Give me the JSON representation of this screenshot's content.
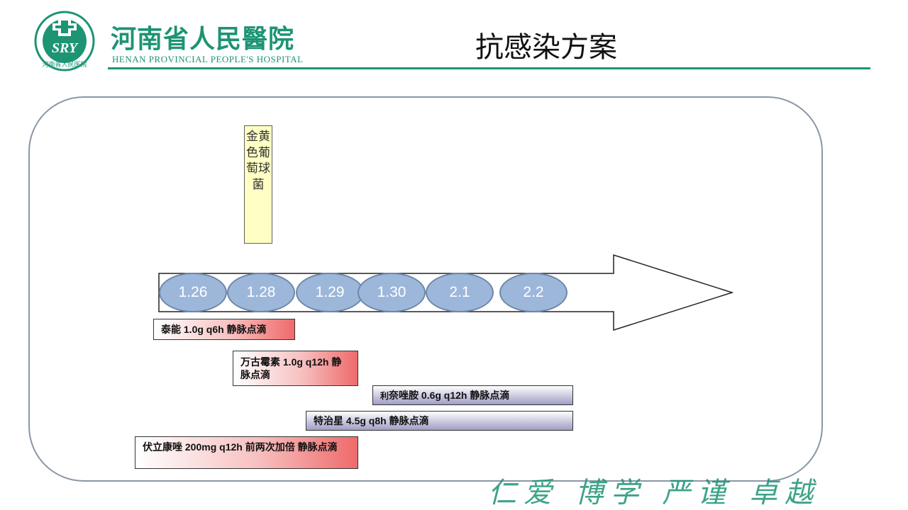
{
  "header": {
    "hospital_cn": "河南省人民醫院",
    "hospital_en": "HENAN PROVINCIAL PEOPLE'S HOSPITAL",
    "logo_text": "SRY",
    "logo_ring_text": "河南省人民医院",
    "title": "抗感染方案"
  },
  "pathogen": "金黄色葡萄球菌",
  "timeline": {
    "dates": [
      "1.26",
      "1.28",
      "1.29",
      "1.30",
      "2.1",
      "2.2"
    ]
  },
  "drugs": [
    {
      "text": "泰能 1.0g q6h 静脉点滴"
    },
    {
      "text": "万古霉素  1.0g  q12h 静脉点滴"
    },
    {
      "prefix": "利",
      "text": "奈唑胺 0.6g q12h 静脉点滴"
    },
    {
      "text": "特治星 4.5g q8h 静脉点滴"
    },
    {
      "text": "伏立康唑 200mg q12h  前两次加倍  静脉点滴"
    }
  ],
  "footer": {
    "motto": "仁爱 博学 严谨 卓越"
  },
  "colors": {
    "brand_green": "#1d9474",
    "oval_fill": "#9db7db",
    "tag_fill": "#ffffc4",
    "red_box": "#ef6a6a",
    "blue_box": "#9f9ec4"
  }
}
